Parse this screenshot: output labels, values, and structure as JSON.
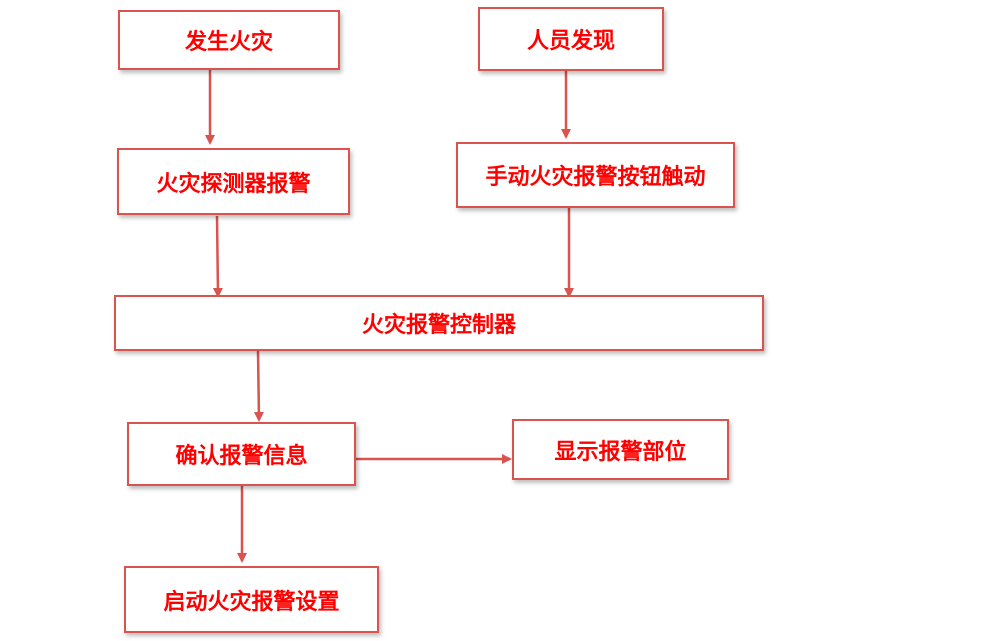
{
  "colors": {
    "border": "#d9534f",
    "text": "#ff0000",
    "arrow": "#d9534f"
  },
  "nodes": {
    "fire_occurs": "发生火灾",
    "person_discovers": "人员发现",
    "detector_alarm": "火灾探测器报警",
    "manual_button": "手动火灾报警按钮触动",
    "controller": "火灾报警控制器",
    "confirm_info": "确认报警信息",
    "show_location": "显示报警部位",
    "start_devices": "启动火灾报警设置"
  }
}
